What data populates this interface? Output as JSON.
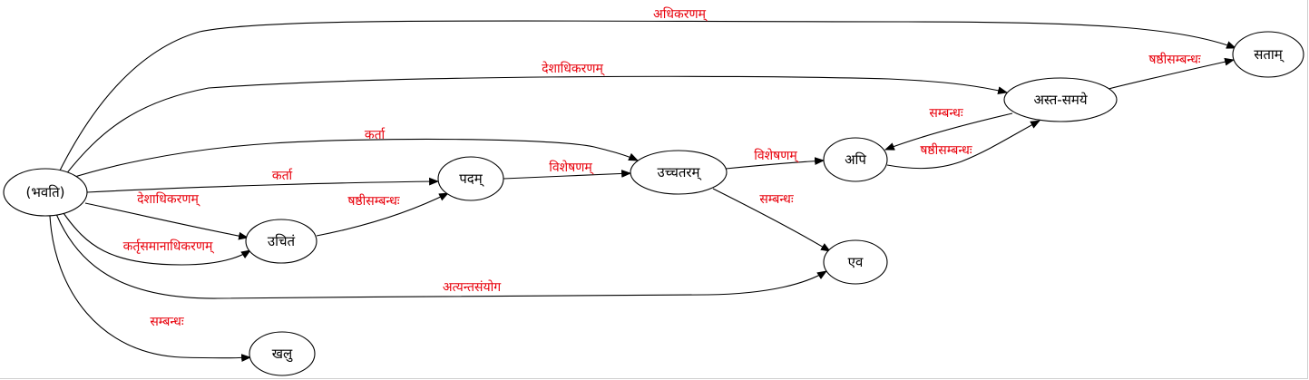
{
  "graph": {
    "nodes": {
      "bhavati": "(भवति)",
      "padam": "पदम्",
      "uchchataram": "उच्चतरम्",
      "api": "अपि",
      "asta_samaye": "अस्त-समये",
      "satam": "सताम्",
      "uchitam": "उचितं",
      "eva": "एव",
      "khalu": "खलु"
    },
    "edges": {
      "adhikaranam": "अधिकरणम्",
      "deshadhikaranam_top": "देशाधिकरणम्",
      "karta_top": "कर्ता",
      "karta_mid": "कर्ता",
      "deshadhikaranam_low": "देशाधिकरणम्",
      "kartrsamanadhikaranam": "कर्तृसमानाधिकरणम्",
      "atyantasamyoga": "अत्यन्तसंयोग",
      "sambandha_khalu": "सम्बन्धः",
      "shashthi_uchitam": "षष्ठीसम्बन्धः",
      "visheshanam_padam": "विशेषणम्",
      "visheshanam_api": "विशेषणम्",
      "sambandha_eva": "सम्बन्धः",
      "shashthi_api": "षष्ठीसम्बन्धः",
      "sambandha_asta": "सम्बन्धः",
      "shashthi_satam": "षष्ठीसम्बन्धः"
    }
  }
}
